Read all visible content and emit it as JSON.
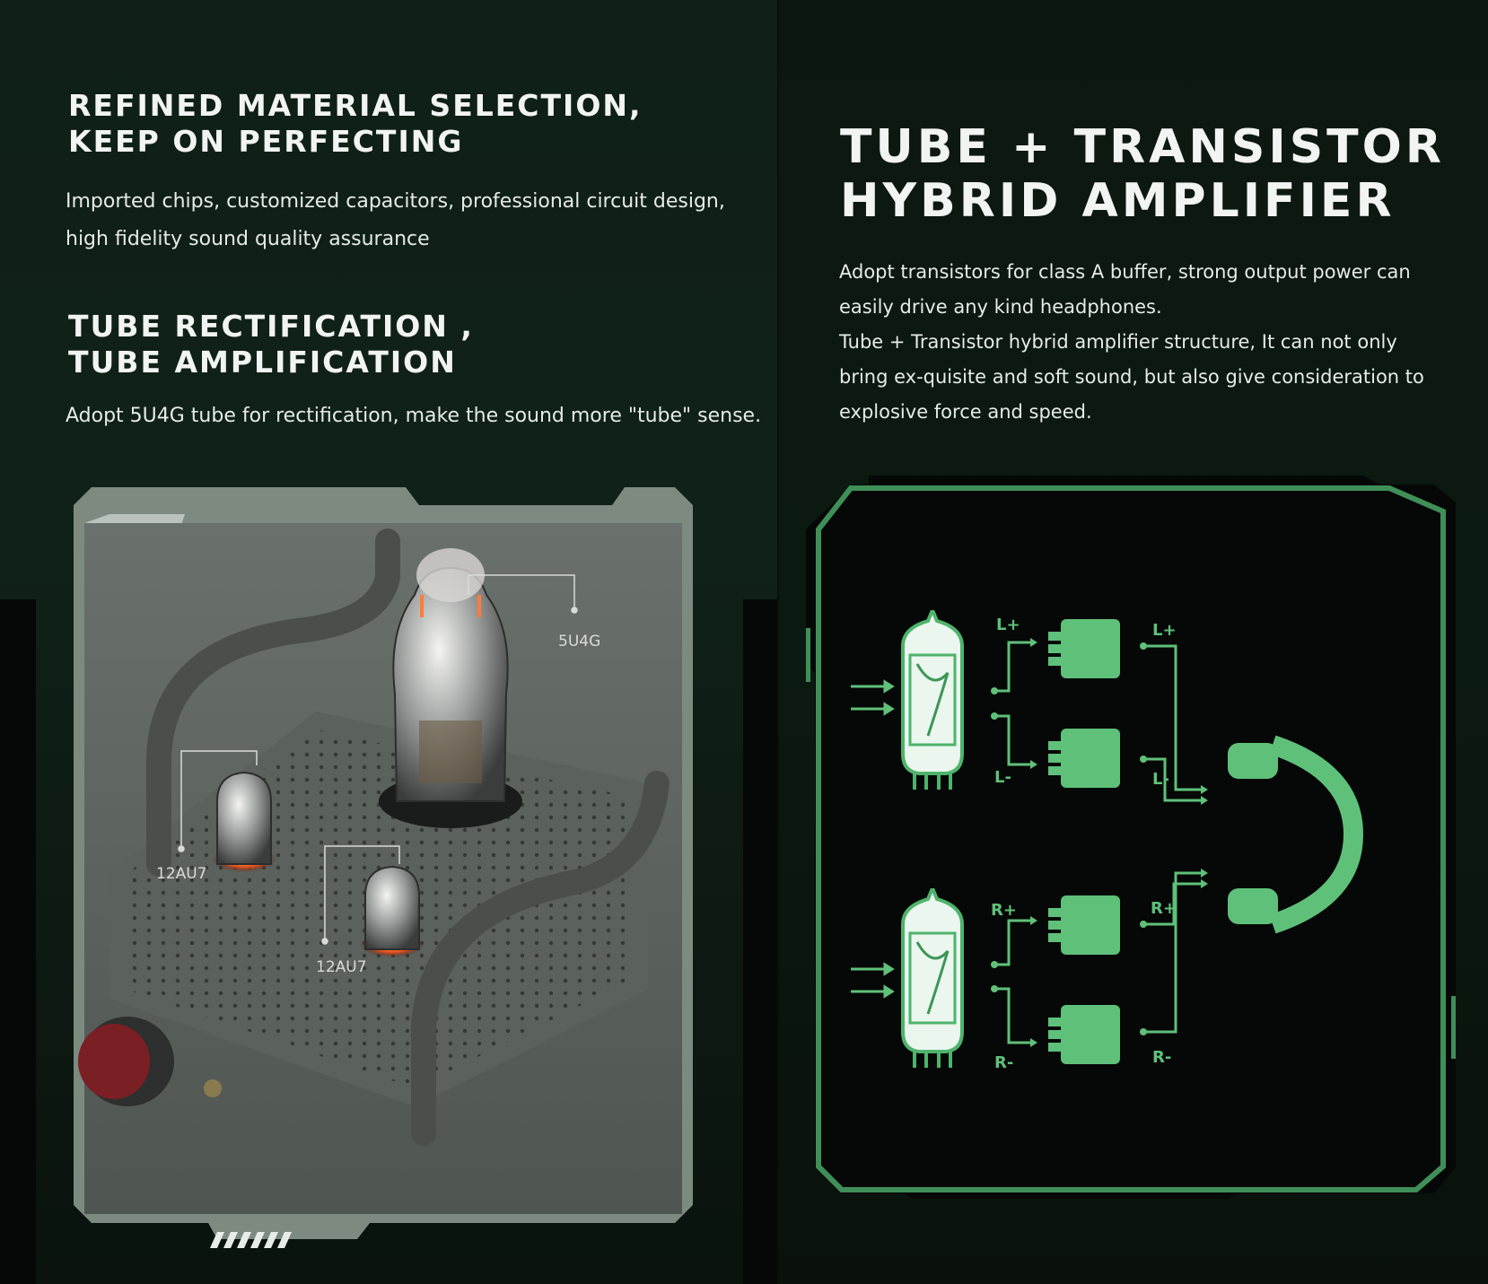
{
  "left": {
    "heading1": [
      "REFINED MATERIAL SELECTION,",
      "KEEP ON PERFECTING"
    ],
    "para1": [
      "Imported chips, customized capacitors, professional circuit design,",
      "high fidelity sound quality assurance"
    ],
    "heading2": [
      "TUBE RECTIFICATION ,",
      "TUBE AMPLIFICATION"
    ],
    "para2": "Adopt 5U4G tube for rectification, make the sound more \"tube\" sense.",
    "tube_labels": {
      "rectifier": "5U4G",
      "left_tube": "12AU7",
      "right_tube": "12AU7"
    }
  },
  "right": {
    "heading": [
      "TUBE + TRANSISTOR",
      "HYBRID AMPLIFIER"
    ],
    "para": [
      "Adopt transistors for class A buffer, strong output power can easily drive any kind headphones.",
      "Tube + Transistor hybrid amplifier structure, It can not only bring ex-quisite and soft sound, but also give consideration to explosive force and speed."
    ],
    "diagram_labels": {
      "lp_in": "L+",
      "lm_in": "L-",
      "lp_out": "L+",
      "lm_out": "L-",
      "rp_in": "R+",
      "rm_in": "R-",
      "rp_out": "R+",
      "rm_out": "R-"
    }
  },
  "colors": {
    "accent_green": "#5fc07a",
    "frame_green": "#3f8f58",
    "metal_grey": "#6f7a73"
  }
}
